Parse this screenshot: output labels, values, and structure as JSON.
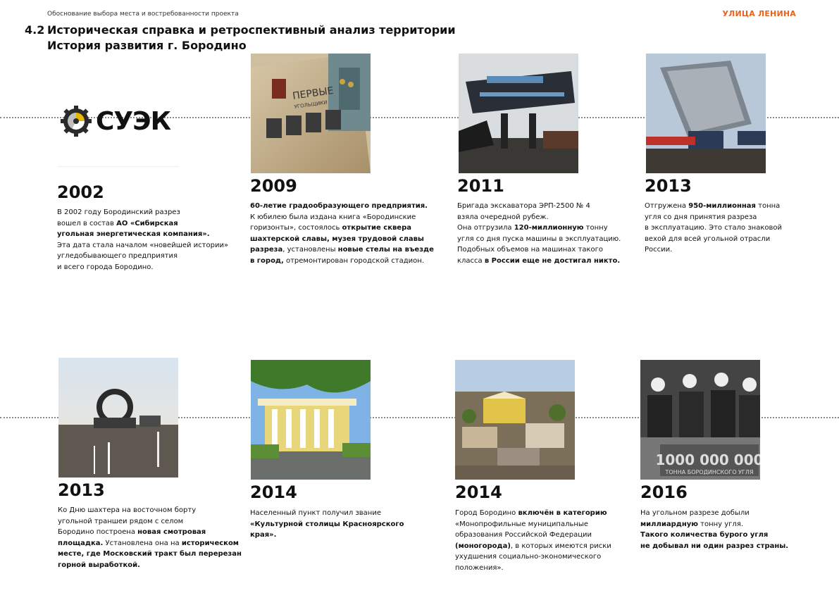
{
  "header": {
    "topline": "Обоснование выбора места и востребованности проекта",
    "brand": "УЛИЦА ЛЕНИНА",
    "section_number": "4.2",
    "title_line1": "Историческая справка и ретроспективный анализ территории",
    "title_line2": "История развития г. Бородино"
  },
  "logo": {
    "text": "СУЭК"
  },
  "photo_labels": {
    "p2_heading": "ПЕРВЫЕ",
    "p2_sub": "УГОЛЬЩИКИ",
    "p8_number": "1000 000 000",
    "p8_caption": "ТОННА БОРОДИНСКОГО УГЛЯ"
  },
  "colors": {
    "accent": "#e8641e"
  },
  "timeline": [
    {
      "year": "2002",
      "text": [
        {
          "t": "В 2002 году Бородинский разрез",
          "b": false
        },
        {
          "t": "\n",
          "b": false
        },
        {
          "t": "вошел в состав ",
          "b": false
        },
        {
          "t": "АО «Сибирская",
          "b": true
        },
        {
          "t": "\n",
          "b": false
        },
        {
          "t": "угольная энергетическая компания».",
          "b": true
        },
        {
          "t": "\n",
          "b": false
        },
        {
          "t": "Эта дата стала началом «новейшей истории»",
          "b": false
        },
        {
          "t": "\n",
          "b": false
        },
        {
          "t": "угледобывающего предприятия",
          "b": false
        },
        {
          "t": "\n",
          "b": false
        },
        {
          "t": "и всего города Бородино.",
          "b": false
        }
      ]
    },
    {
      "year": "2009",
      "text": [
        {
          "t": "60-летие градообразующего предприятия.",
          "b": true
        },
        {
          "t": "\n",
          "b": false
        },
        {
          "t": "К юбилею была издана книга «Бородинские",
          "b": false
        },
        {
          "t": "\n",
          "b": false
        },
        {
          "t": "горизонты», состоялось ",
          "b": false
        },
        {
          "t": "открытие сквера",
          "b": true
        },
        {
          "t": "\n",
          "b": false
        },
        {
          "t": "шахтерской славы, музея трудовой славы",
          "b": true
        },
        {
          "t": "\n",
          "b": false
        },
        {
          "t": "разреза",
          "b": true
        },
        {
          "t": ", установлены ",
          "b": false
        },
        {
          "t": "новые стелы на въезде",
          "b": true
        },
        {
          "t": "\n",
          "b": false
        },
        {
          "t": "в город,",
          "b": true
        },
        {
          "t": " отремонтирован городской стадион.",
          "b": false
        }
      ]
    },
    {
      "year": "2011",
      "text": [
        {
          "t": "Бригада экскаватора ЭРП-2500 № 4",
          "b": false
        },
        {
          "t": "\n",
          "b": false
        },
        {
          "t": "взяла очередной рубеж.",
          "b": false
        },
        {
          "t": "\n",
          "b": false
        },
        {
          "t": "Она отгрузила ",
          "b": false
        },
        {
          "t": "120-миллионную",
          "b": true
        },
        {
          "t": " тонну",
          "b": false
        },
        {
          "t": "\n",
          "b": false
        },
        {
          "t": "угля со дня пуска машины в эксплуатацию.",
          "b": false
        },
        {
          "t": "\n",
          "b": false
        },
        {
          "t": "Подобных объемов на машинах такого",
          "b": false
        },
        {
          "t": "\n",
          "b": false
        },
        {
          "t": "класса ",
          "b": false
        },
        {
          "t": "в России еще не достигал никто.",
          "b": true
        }
      ]
    },
    {
      "year": "2013",
      "text": [
        {
          "t": "Отгружена ",
          "b": false
        },
        {
          "t": "950-миллионная",
          "b": true
        },
        {
          "t": " тонна",
          "b": false
        },
        {
          "t": "\n",
          "b": false
        },
        {
          "t": "угля со дня принятия разреза",
          "b": false
        },
        {
          "t": "\n",
          "b": false
        },
        {
          "t": "в эксплуатацию. Это стало знаковой",
          "b": false
        },
        {
          "t": "\n",
          "b": false
        },
        {
          "t": "вехой для всей угольной отрасли",
          "b": false
        },
        {
          "t": "\n",
          "b": false
        },
        {
          "t": "России.",
          "b": false
        }
      ]
    },
    {
      "year": "2013",
      "text": [
        {
          "t": "Ко Дню шахтера на восточном борту",
          "b": false
        },
        {
          "t": "\n",
          "b": false
        },
        {
          "t": "угольной траншеи рядом с селом",
          "b": false
        },
        {
          "t": "\n",
          "b": false
        },
        {
          "t": "Бородино построена ",
          "b": false
        },
        {
          "t": "новая смотровая",
          "b": true
        },
        {
          "t": "\n",
          "b": false
        },
        {
          "t": "площадка.",
          "b": true
        },
        {
          "t": " Установлена она на ",
          "b": false
        },
        {
          "t": "историческом",
          "b": true
        },
        {
          "t": "\n",
          "b": false
        },
        {
          "t": "месте, где Московский тракт был перерезан",
          "b": true
        },
        {
          "t": "\n",
          "b": false
        },
        {
          "t": "горной выработкой.",
          "b": true
        }
      ]
    },
    {
      "year": "2014",
      "text": [
        {
          "t": "Населенный пункт получил звание",
          "b": false
        },
        {
          "t": "\n",
          "b": false
        },
        {
          "t": "«Культурной столицы Красноярского",
          "b": true
        },
        {
          "t": "\n",
          "b": false
        },
        {
          "t": "края».",
          "b": true
        }
      ]
    },
    {
      "year": "2014",
      "text": [
        {
          "t": "Город Бородино ",
          "b": false
        },
        {
          "t": "включён в категорию",
          "b": true
        },
        {
          "t": "\n",
          "b": false
        },
        {
          "t": "«Монопрофильные муниципальные",
          "b": false
        },
        {
          "t": "\n",
          "b": false
        },
        {
          "t": "образования Российской Федерации",
          "b": false
        },
        {
          "t": "\n",
          "b": false
        },
        {
          "t": "(моногорода)",
          "b": true
        },
        {
          "t": ", в которых имеются риски",
          "b": false
        },
        {
          "t": "\n",
          "b": false
        },
        {
          "t": "ухудшения социально-экономического",
          "b": false
        },
        {
          "t": "\n",
          "b": false
        },
        {
          "t": "положения».",
          "b": false
        }
      ]
    },
    {
      "year": "2016",
      "text": [
        {
          "t": "На угольном разрезе добыли",
          "b": false
        },
        {
          "t": "\n",
          "b": false
        },
        {
          "t": "миллиардную",
          "b": true
        },
        {
          "t": " тонну угля.",
          "b": false
        },
        {
          "t": "\n",
          "b": false
        },
        {
          "t": "Такого количества бурого угля",
          "b": true
        },
        {
          "t": "\n",
          "b": false
        },
        {
          "t": "не добывал ни один разрез страны.",
          "b": true
        }
      ]
    }
  ]
}
